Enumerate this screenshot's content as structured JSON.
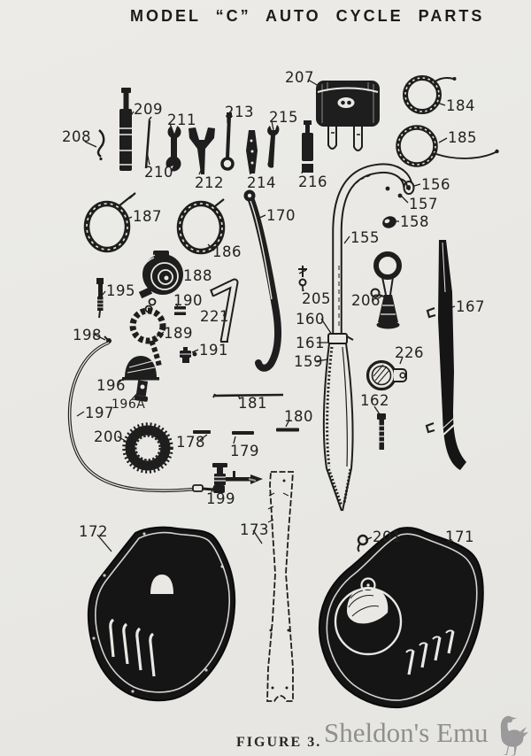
{
  "title": "MODEL “C” AUTO CYCLE PARTS",
  "figure_caption": "FIGURE 3.",
  "watermark": {
    "text": "Sheldon's Emu",
    "color": "#8f8f8f"
  },
  "colors": {
    "paper": "#e9e8e4",
    "ink": "#1e1e1e"
  },
  "diagram": {
    "type": "exploded-parts-diagram",
    "subject": "Model C auto cycle components, Figure 3",
    "part_labels": [
      {
        "text": "208"
      },
      {
        "text": "209"
      },
      {
        "text": "210"
      },
      {
        "text": "211"
      },
      {
        "text": "212"
      },
      {
        "text": "213"
      },
      {
        "text": "214"
      },
      {
        "text": "215"
      },
      {
        "text": "216"
      },
      {
        "text": "207"
      },
      {
        "text": "184"
      },
      {
        "text": "185"
      },
      {
        "text": "187"
      },
      {
        "text": "186"
      },
      {
        "text": "170"
      },
      {
        "text": "156"
      },
      {
        "text": "157"
      },
      {
        "text": "158"
      },
      {
        "text": "155"
      },
      {
        "text": "205"
      },
      {
        "text": "206"
      },
      {
        "text": "167"
      },
      {
        "text": "188"
      },
      {
        "text": "195"
      },
      {
        "text": "190"
      },
      {
        "text": "189"
      },
      {
        "text": "221"
      },
      {
        "text": "198"
      },
      {
        "text": "191"
      },
      {
        "text": "196"
      },
      {
        "text": "196A"
      },
      {
        "text": "160"
      },
      {
        "text": "161"
      },
      {
        "text": "159"
      },
      {
        "text": "226"
      },
      {
        "text": "197"
      },
      {
        "text": "181"
      },
      {
        "text": "180"
      },
      {
        "text": "200"
      },
      {
        "text": "178"
      },
      {
        "text": "179"
      },
      {
        "text": "162"
      },
      {
        "text": "199"
      },
      {
        "text": "172"
      },
      {
        "text": "173"
      },
      {
        "text": "201"
      },
      {
        "text": "171"
      }
    ]
  }
}
